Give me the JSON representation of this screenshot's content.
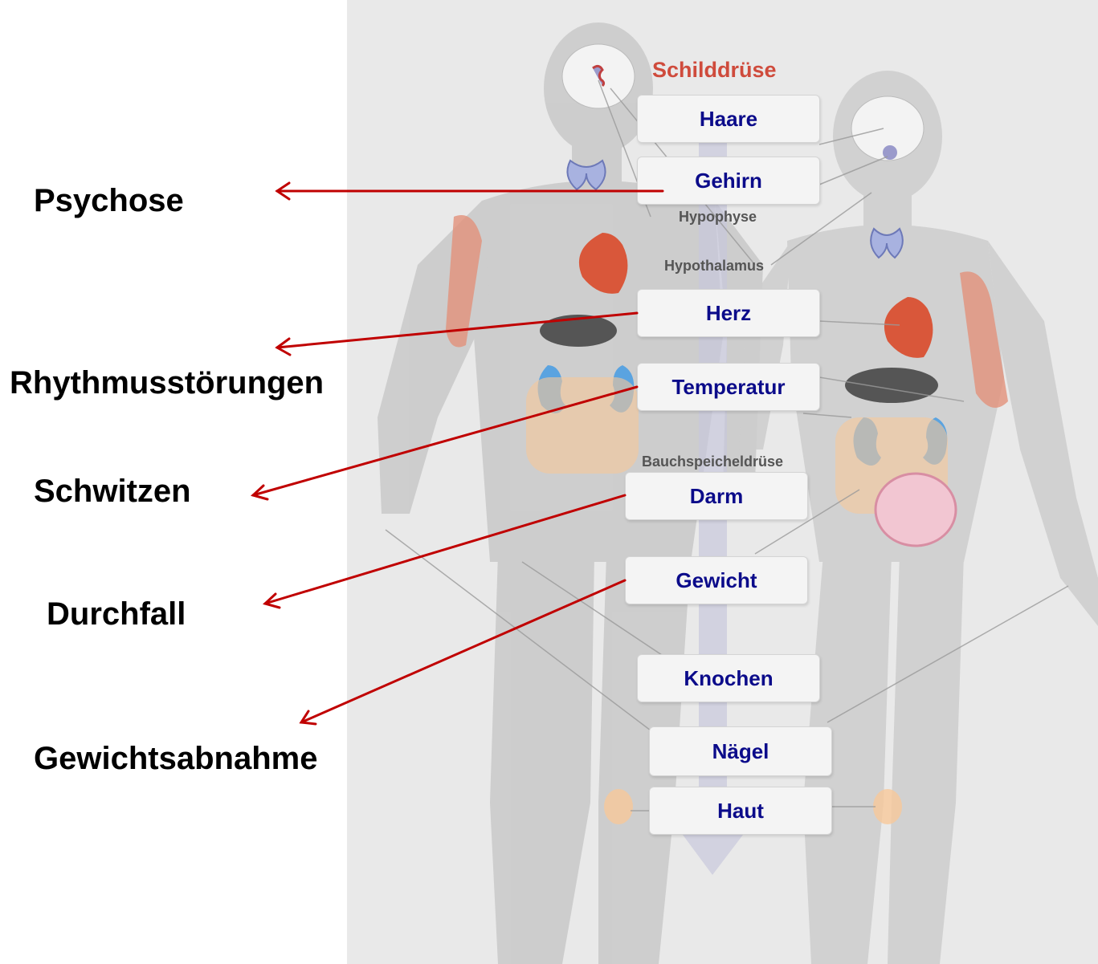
{
  "illustration": {
    "title": "Schilddrüse",
    "printed_labels": {
      "hypophyse": "Hypophyse",
      "hypothalamus": "Hypothalamus",
      "bauchspeicheldruese": "Bauchspeicheldrüse"
    }
  },
  "organs": {
    "haare": "Haare",
    "gehirn": "Gehirn",
    "herz": "Herz",
    "temperatur": "Temperatur",
    "darm": "Darm",
    "gewicht": "Gewicht",
    "knochen": "Knochen",
    "naegel": "Nägel",
    "haut": "Haut"
  },
  "symptoms": {
    "psychose": "Psychose",
    "rhythmus": "Rhythmusstörungen",
    "schwitzen": "Schwitzen",
    "durchfall": "Durchfall",
    "gewichtsabnahme": "Gewichtsabnahme"
  },
  "colors": {
    "arrow": "#c00000",
    "organ_text": "#0b0b8a",
    "title": "#cf4b3c",
    "silhouette": "#c9c9c9",
    "background": "#e9e9e9"
  }
}
